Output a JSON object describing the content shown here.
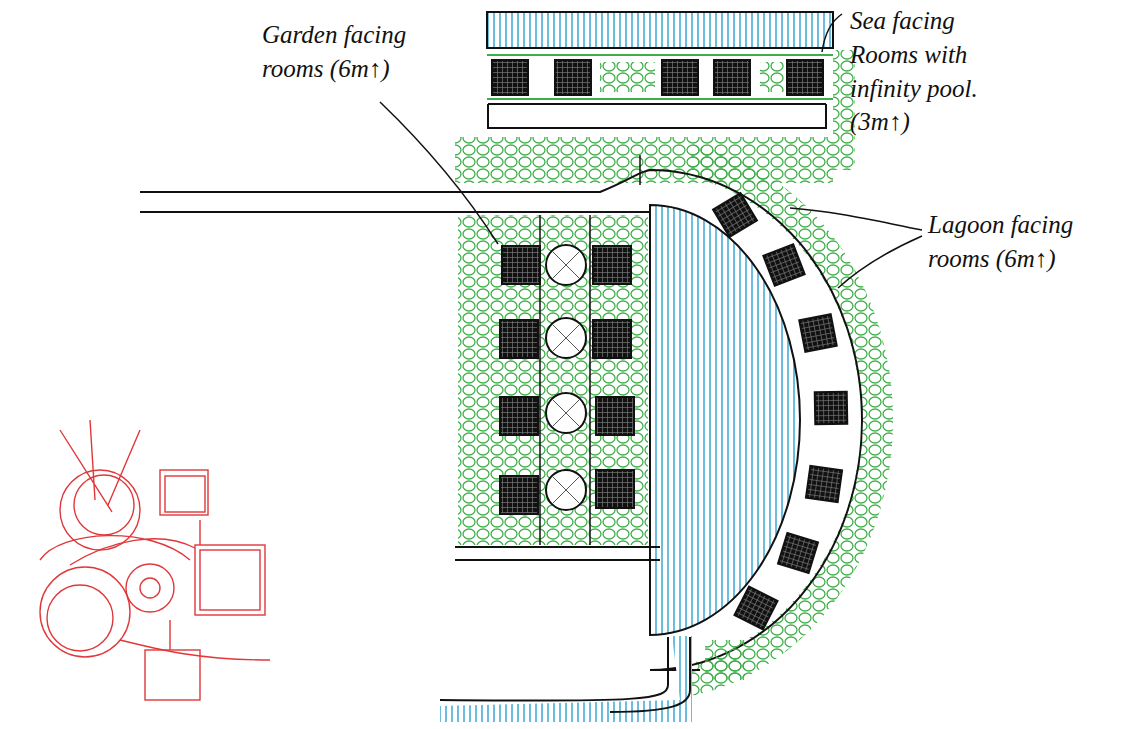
{
  "diagram": {
    "labels": [
      "Garden facing rooms (6m↑)",
      "Sea facing Rooms with infinity pool. (3m↑)",
      "Lagoon facing rooms (6m↑)"
    ]
  }
}
